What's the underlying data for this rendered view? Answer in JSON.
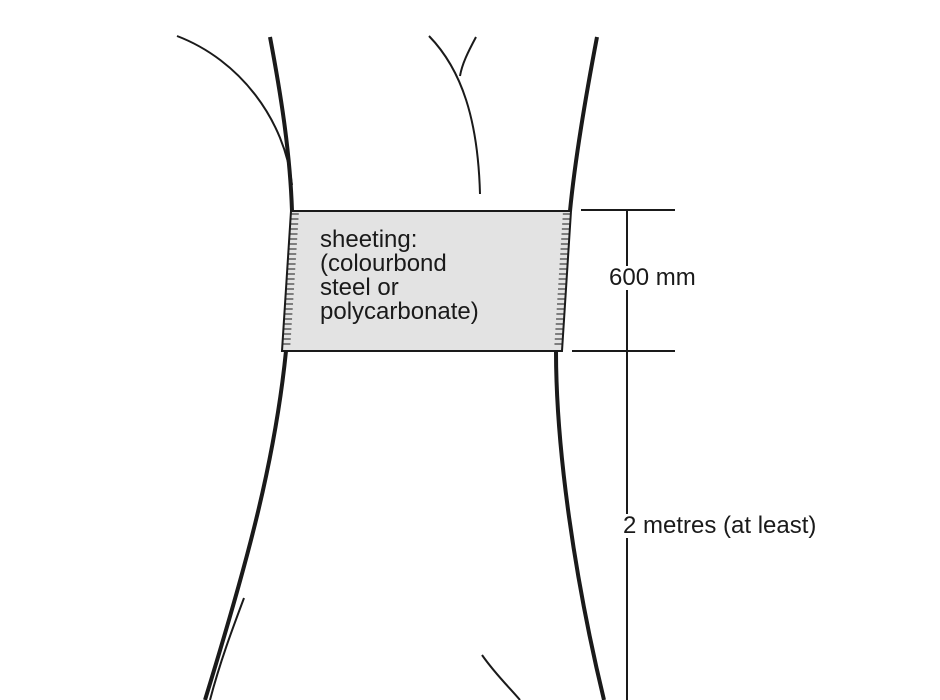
{
  "sheeting_label": {
    "line1": "sheeting:",
    "line2": "(colourbond",
    "line3": "steel or",
    "line4": "polycarbonate)"
  },
  "dimensions": {
    "sheeting_height": "600 mm",
    "min_height": "2 metres (at least)"
  },
  "colors": {
    "sheeting_fill": "#e3e3e3",
    "line": "#1a1a1a",
    "background": "#ffffff"
  }
}
